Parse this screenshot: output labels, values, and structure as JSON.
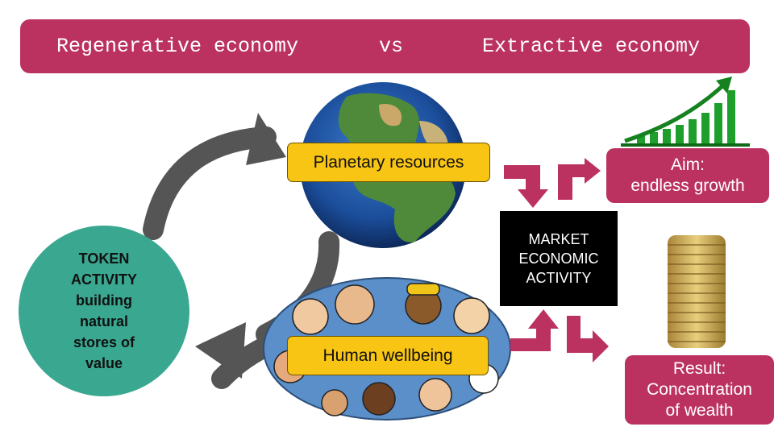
{
  "banner": {
    "left": "Regenerative economy",
    "vs": "vs",
    "right": "Extractive economy"
  },
  "planetary": {
    "label": "Planetary resources"
  },
  "human": {
    "label": "Human wellbeing"
  },
  "market": {
    "lines": [
      "MARKET",
      "ECONOMIC",
      "ACTIVITY"
    ]
  },
  "aim": {
    "lines": [
      "Aim:",
      "endless growth"
    ]
  },
  "result": {
    "lines": [
      "Result:",
      "Concentration",
      "of wealth"
    ]
  },
  "token": {
    "lines": [
      "TOKEN",
      "ACTIVITY",
      "building",
      "natural",
      "stores of",
      "value"
    ]
  },
  "colors": {
    "accent": "#bb3261",
    "yellow": "#f8c515",
    "teal": "#3aa891",
    "loop": "#555555"
  }
}
